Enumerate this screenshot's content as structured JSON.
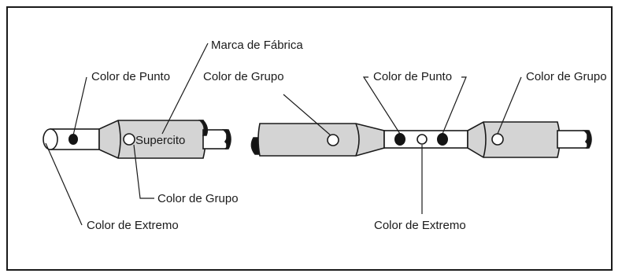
{
  "labels": {
    "marca_de_fabrica": "Marca de Fábrica",
    "color_de_punto_left": "Color de Punto",
    "color_de_grupo_top": "Color de Grupo",
    "color_de_punto_right": "Color de Punto",
    "color_de_grupo_right": "Color de Grupo",
    "supercito": "Supercito",
    "color_de_grupo_bottom": "Color de Grupo",
    "color_de_extremo_left": "Color de Extremo",
    "color_de_extremo_right": "Color de Extremo"
  },
  "colors": {
    "jacket": "#d4d4d4",
    "wire": "#ffffff",
    "dot": "#141414",
    "outline": "#1a1a1a"
  }
}
